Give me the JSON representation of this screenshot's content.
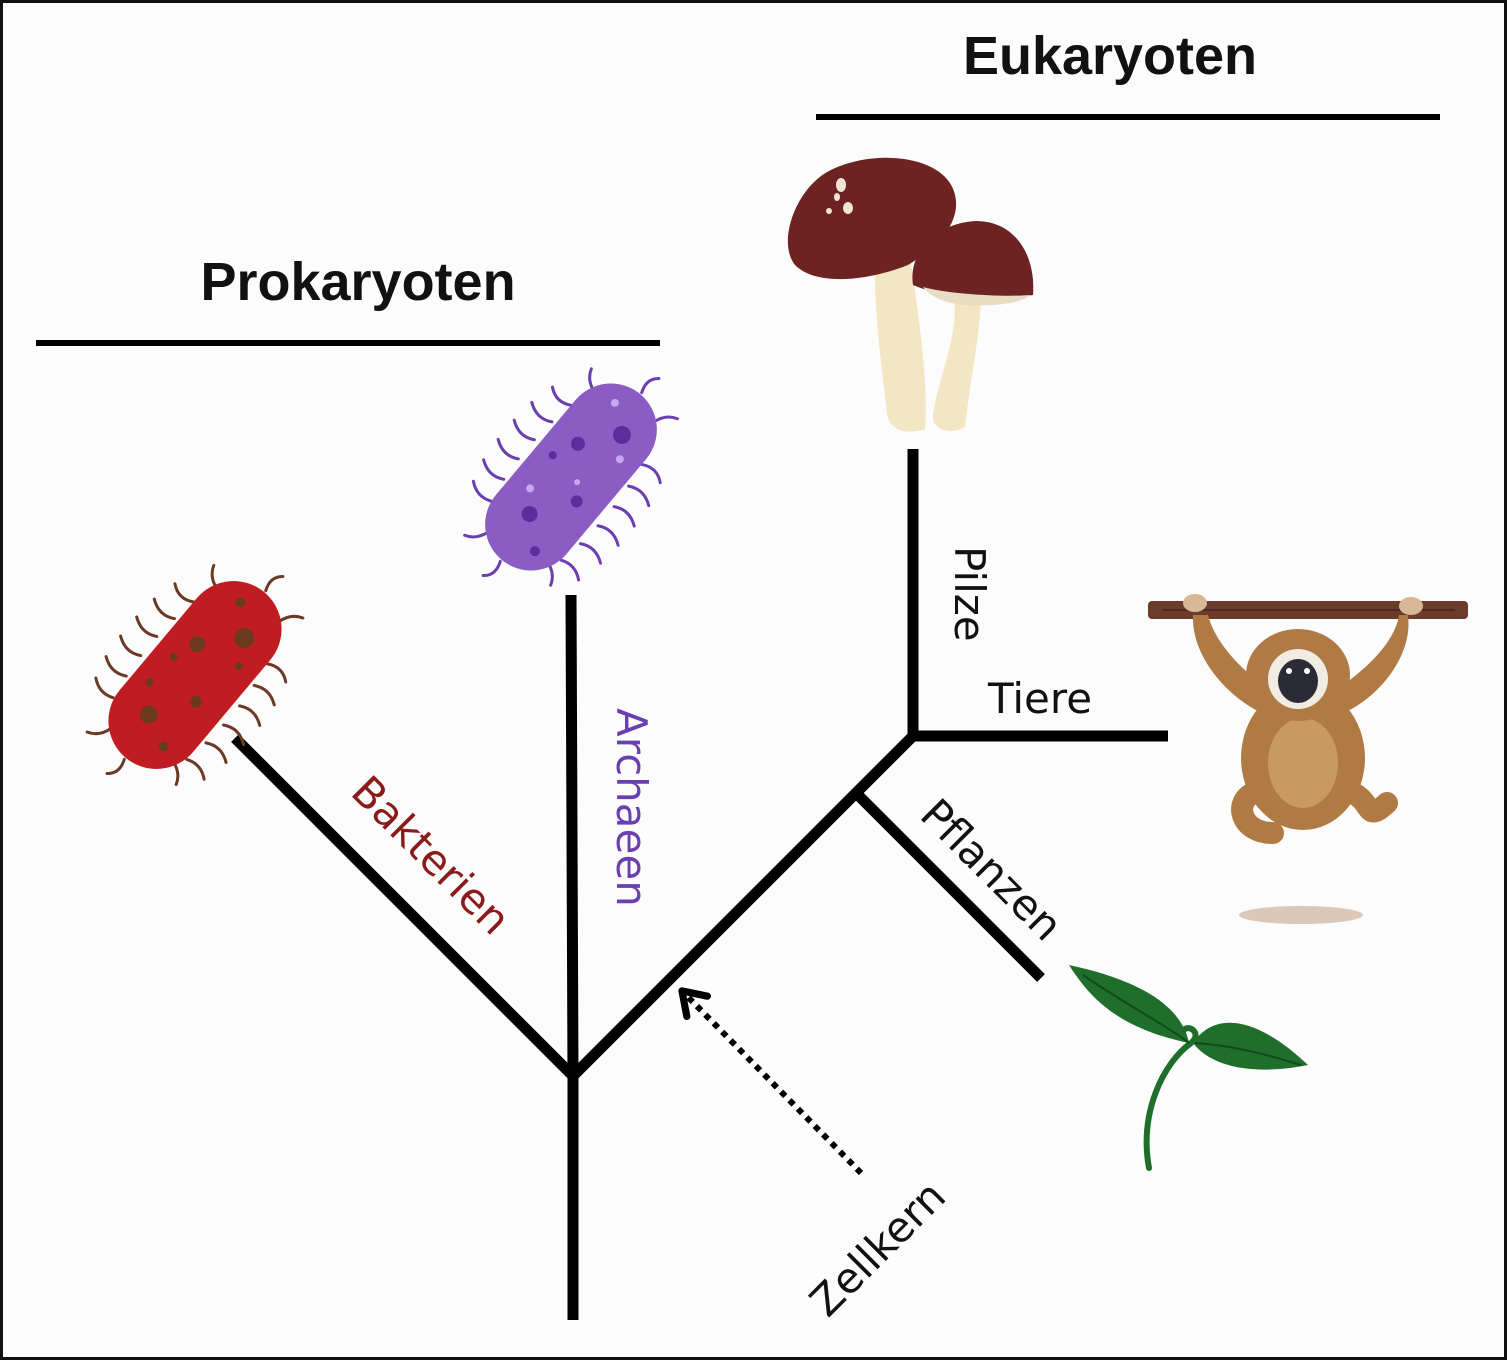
{
  "groups": {
    "prokaryotes": "Prokaryoten",
    "eukaryotes": "Eukaryoten"
  },
  "branches": {
    "bacteria": "Bakterien",
    "archaea": "Archaeen",
    "fungi": "Pilze",
    "animals": "Tiere",
    "plants": "Pflanzen"
  },
  "event": {
    "nucleus": "Zellkern"
  },
  "colors": {
    "line": "#000000",
    "bacteria": "#8b1a1a",
    "archaea": "#6a3fb0",
    "text": "#111111"
  },
  "icons": [
    "bacterium-icon",
    "archaeon-icon",
    "mushroom-icon",
    "monkey-icon",
    "seedling-icon"
  ]
}
